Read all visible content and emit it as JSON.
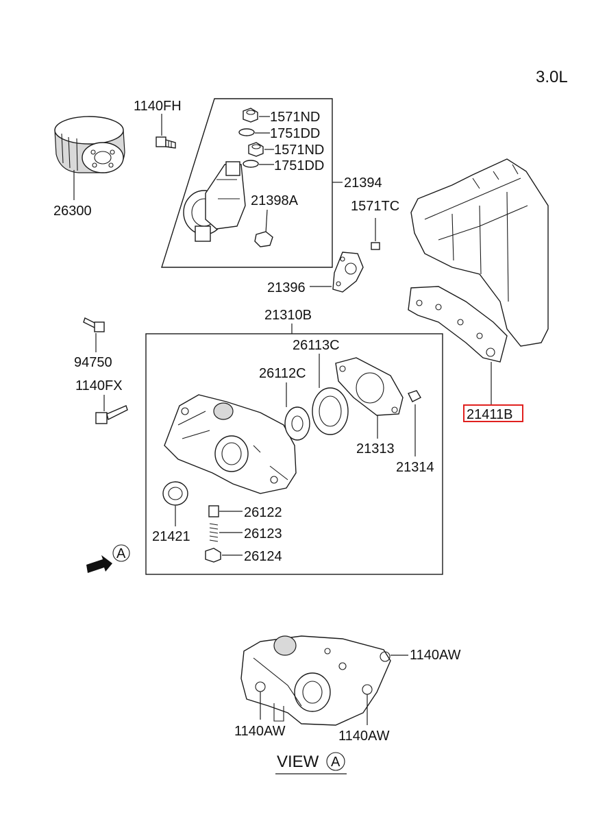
{
  "engine": "3.0L",
  "labels": {
    "p1140FH": "1140FH",
    "p1571ND_a": "1571ND",
    "p1751DD_a": "1751DD",
    "p1571ND_b": "1571ND",
    "p1751DD_b": "1751DD",
    "p21394": "21394",
    "p21398A": "21398A",
    "p26300": "26300",
    "p1571TC": "1571TC",
    "p21396": "21396",
    "p21310B": "21310B",
    "p26113C": "26113C",
    "p26112C": "26112C",
    "p94750": "94750",
    "p1140FX": "1140FX",
    "p21411B": "21411B",
    "p21313": "21313",
    "p21314": "21314",
    "p21421": "21421",
    "p26122": "26122",
    "p26123": "26123",
    "p26124": "26124",
    "pA_callout": "A",
    "p1140AW_right": "1140AW",
    "p1140AW_left": "1140AW",
    "p1140AW_bottom": "1140AW",
    "view_text": "VIEW",
    "view_letter": "A"
  },
  "colors": {
    "highlight": "#e0201e",
    "ink": "#1a1a1a"
  }
}
